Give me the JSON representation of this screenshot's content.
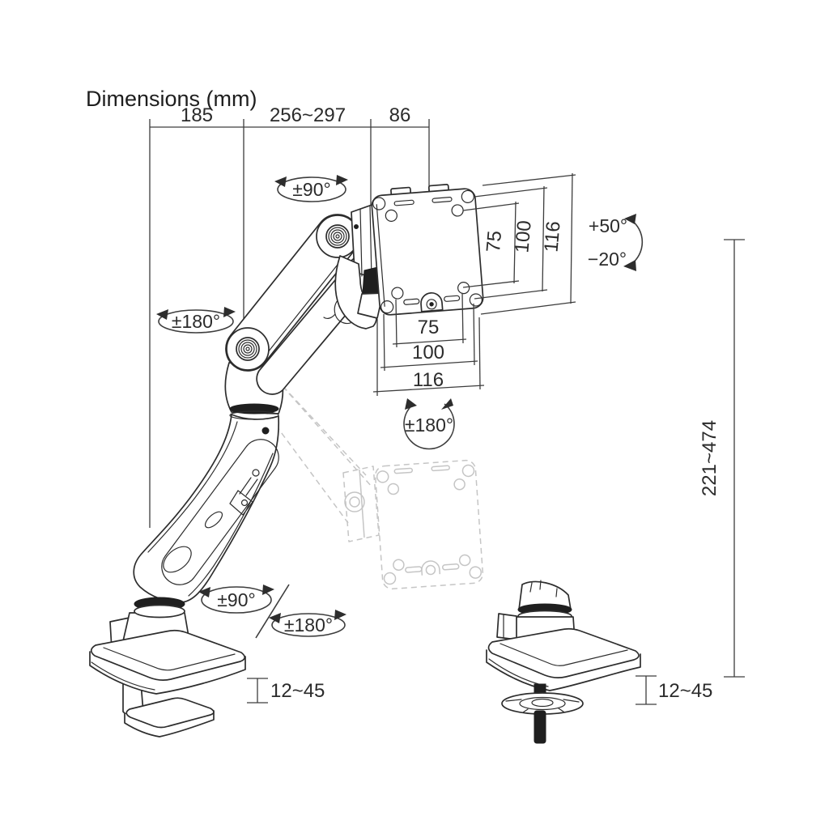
{
  "title": "Dimensions (mm)",
  "dimensions": {
    "arm_rear_reach": "185",
    "arm_front_reach": "256~297",
    "head_depth": "86",
    "vesa_side_75": "75",
    "vesa_side_100": "100",
    "vesa_side_116": "116",
    "vesa_bottom_75": "75",
    "vesa_bottom_100": "100",
    "vesa_bottom_116": "116",
    "height_range": "221~474",
    "clamp_thickness_range": "12~45",
    "grommet_thickness_range": "12~45"
  },
  "rotations": {
    "head_swivel": "±90°",
    "elbow_swivel": "±180°",
    "vesa_rotation": "±180°",
    "base_swivel_90": "±90°",
    "base_swivel_180": "±180°",
    "tilt_up": "+50°",
    "tilt_down": "−20°"
  },
  "colors": {
    "line_art": "#2d2d2d",
    "dimension_lines": "#3d3d3d",
    "ghost": "#c5c5c5",
    "background": "#ffffff"
  }
}
